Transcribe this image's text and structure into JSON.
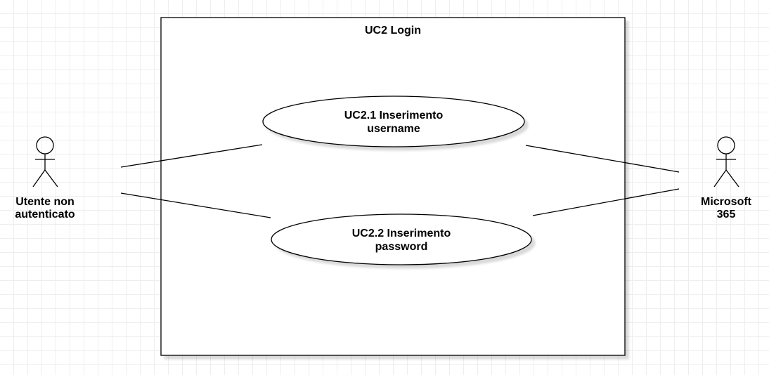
{
  "diagram": {
    "system": {
      "title": "UC2 Login"
    },
    "use_cases": [
      {
        "line1": "UC2.1 Inserimento",
        "line2": "username"
      },
      {
        "line1": "UC2.2 Inserimento",
        "line2": "password"
      }
    ],
    "actors": [
      {
        "line1": "Utente non",
        "line2": "autenticato"
      },
      {
        "line1": "Microsoft",
        "line2": "365"
      }
    ]
  }
}
